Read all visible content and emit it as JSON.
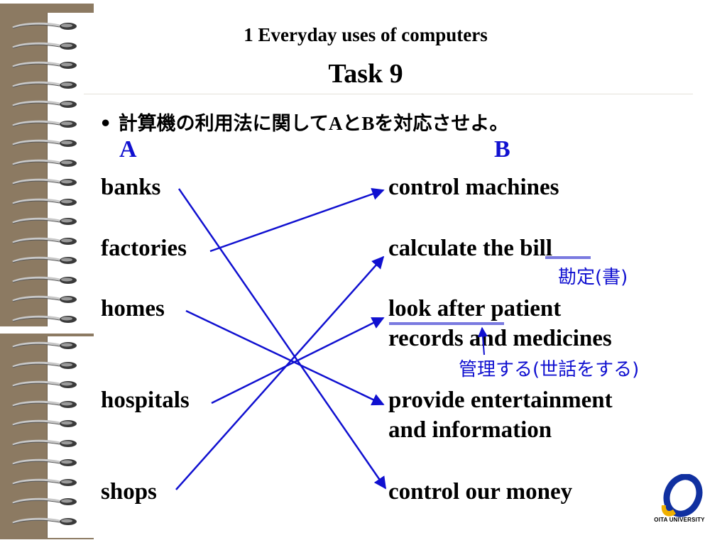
{
  "header": {
    "title": "1   Everyday uses of computers",
    "task": "Task 9"
  },
  "instruction": {
    "bullet": "•",
    "part1": "計算機の利用法に関して",
    "a": "A",
    "part2": "と",
    "b": "B",
    "part3": "を対応させよ。"
  },
  "columns": {
    "a_label": "A",
    "b_label": "B"
  },
  "column_a": [
    "banks",
    "factories",
    "homes",
    "hospitals",
    "shops"
  ],
  "column_b": {
    "item1": "control machines",
    "item2_prefix": "calculate the ",
    "item2_word": "bill",
    "item3_word": "look after",
    "item3_rest": " patient",
    "item3_line2": "records and medicines",
    "item4_line1": "provide entertainment",
    "item4_line2": "and information",
    "item5": "control our money"
  },
  "notes": {
    "bill": "勘定(書)",
    "look_after": "管理する(世話をする)"
  },
  "logo": {
    "text": "OITA UNIVERSITY"
  },
  "colors": {
    "accent": "#1010d0",
    "binding": "#8c7a62",
    "underline": "#7a7ae0"
  }
}
